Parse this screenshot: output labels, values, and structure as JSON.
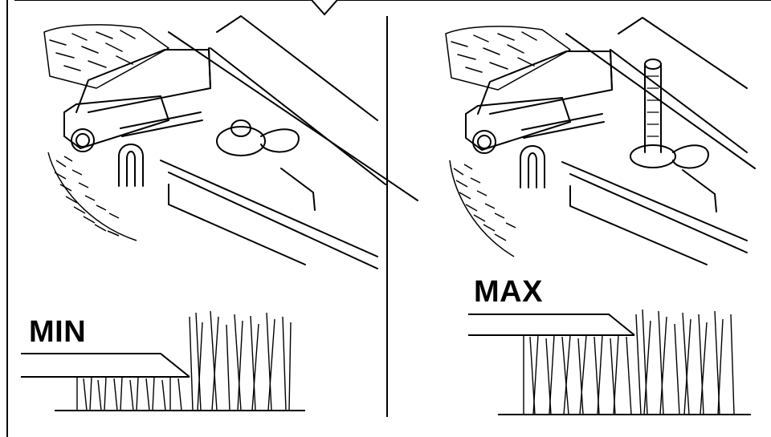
{
  "panels": [
    {
      "id": "left",
      "label": "MIN"
    },
    {
      "id": "right",
      "label": "MAX"
    }
  ],
  "colors": {
    "ink": "#000000",
    "paper": "#ffffff",
    "rule": "#333333"
  },
  "icons": [
    "mower-deck-wheel-bracket-icon",
    "height-adjust-pin-icon",
    "grass-icon"
  ]
}
